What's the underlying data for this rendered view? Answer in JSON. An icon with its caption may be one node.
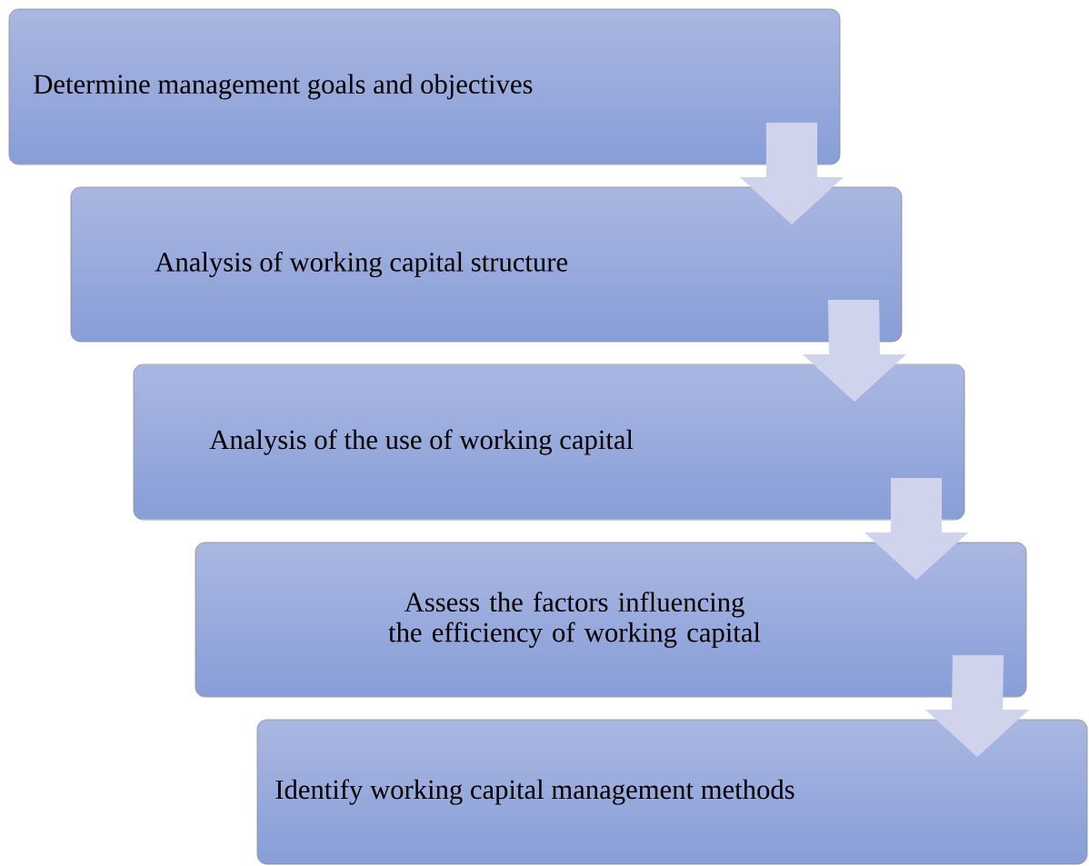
{
  "diagram": {
    "nodes": [
      {
        "text": [
          "Determine management goals and objectives"
        ]
      },
      {
        "text": [
          "Analysis of working capital structure"
        ]
      },
      {
        "text": [
          "Analysis of the use of working capital"
        ]
      },
      {
        "text": [
          "Assess the factors influencing the efficiency of working capital"
        ]
      },
      {
        "text": [
          "Identify working capital management methods"
        ]
      }
    ],
    "edges": [
      {
        "from": 0,
        "to": 1,
        "arrow": "to"
      },
      {
        "from": 1,
        "to": 2,
        "arrow": "to"
      },
      {
        "from": 2,
        "to": 3,
        "arrow": "to"
      },
      {
        "from": 3,
        "to": 4,
        "arrow": "to"
      }
    ]
  }
}
